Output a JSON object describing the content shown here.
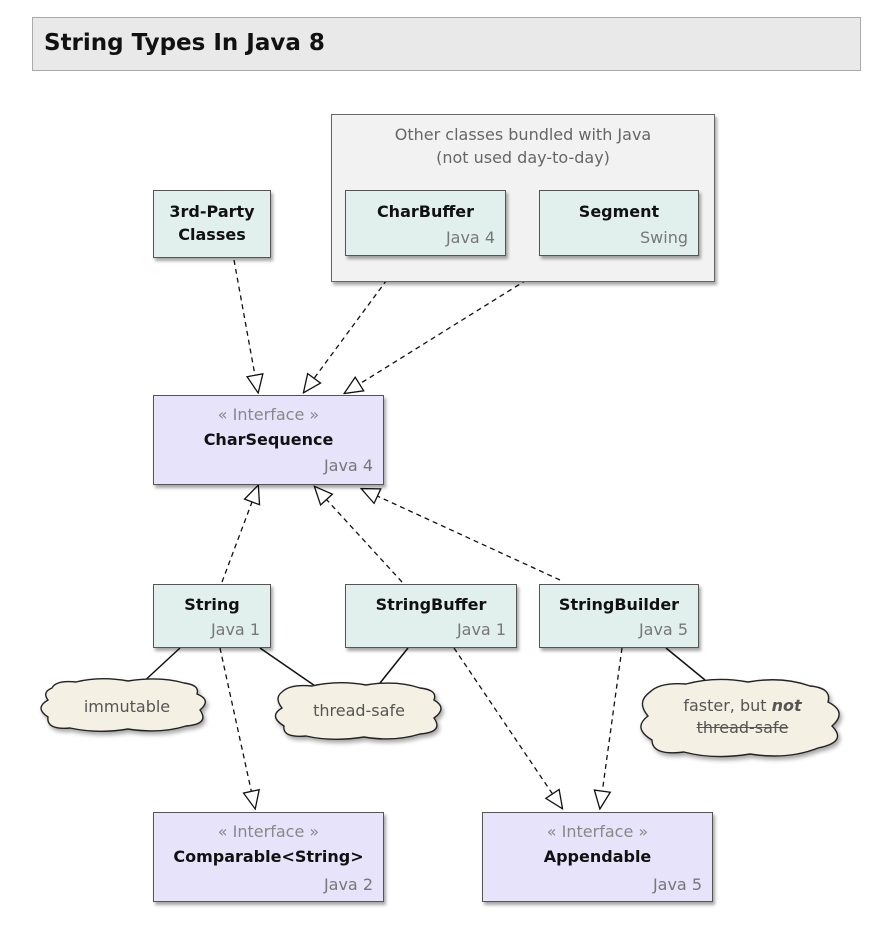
{
  "title": "String Types In Java 8",
  "group": {
    "caption_line1": "Other classes bundled with Java",
    "caption_line2": "(not used day-to-day)"
  },
  "classes": {
    "third_party": {
      "name_line1": "3rd-Party",
      "name_line2": "Classes"
    },
    "charbuffer": {
      "name": "CharBuffer",
      "version": "Java 4"
    },
    "segment": {
      "name": "Segment",
      "version": "Swing"
    },
    "string": {
      "name": "String",
      "version": "Java 1"
    },
    "stringbuffer": {
      "name": "StringBuffer",
      "version": "Java 1"
    },
    "stringbuilder": {
      "name": "StringBuilder",
      "version": "Java 5"
    }
  },
  "interfaces": {
    "charsequence": {
      "stereotype": "« Interface »",
      "name": "CharSequence",
      "version": "Java 4"
    },
    "comparable": {
      "stereotype": "« Interface »",
      "name": "Comparable<String>",
      "version": "Java 2"
    },
    "appendable": {
      "stereotype": "« Interface »",
      "name": "Appendable",
      "version": "Java 5"
    }
  },
  "notes": {
    "immutable": "immutable",
    "thread_safe": "thread-safe",
    "faster_prefix": "faster, but ",
    "faster_not": "not",
    "faster_strike": "thread-safe"
  },
  "colors": {
    "class_fill": "#e1f0ec",
    "interface_fill": "#e6e3fb",
    "note_fill": "#f5f0e4",
    "group_fill": "#f2f2f2"
  }
}
